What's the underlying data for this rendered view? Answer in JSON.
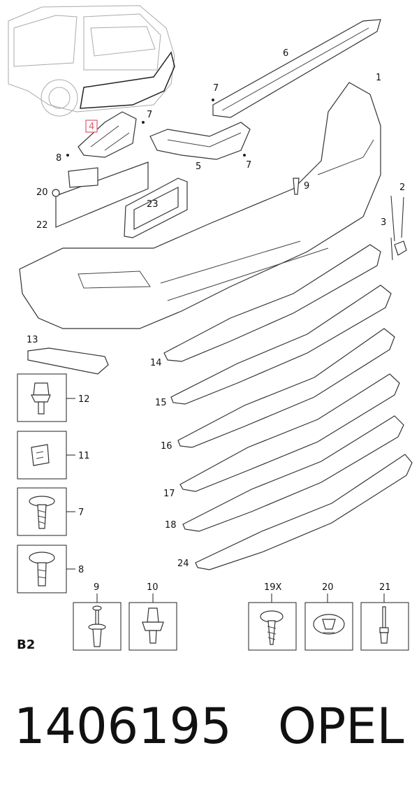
{
  "callouts": {
    "c1": "1",
    "c2": "2",
    "c3": "3",
    "c4": "4",
    "c5": "5",
    "c6": "6",
    "c7a": "7",
    "c7b": "7",
    "c7c": "7",
    "c8": "8",
    "c9": "9",
    "c13": "13",
    "c14": "14",
    "c15": "15",
    "c16": "16",
    "c17": "17",
    "c18": "18",
    "c20": "20",
    "c22": "22",
    "c23": "23",
    "c24": "24"
  },
  "boxes_left": [
    {
      "label": "12",
      "icon": "push-clip-icon"
    },
    {
      "label": "11",
      "icon": "clip-icon"
    },
    {
      "label": "7",
      "icon": "bolt-icon"
    },
    {
      "label": "8",
      "icon": "rivet-screw-icon"
    }
  ],
  "boxes_bottom": [
    {
      "label": "9",
      "icon": "push-rivet-icon"
    },
    {
      "label": "10",
      "icon": "expanding-clip-icon"
    },
    {
      "label": "19X",
      "icon": "tapping-screw-icon"
    },
    {
      "label": "20",
      "icon": "push-nut-icon"
    },
    {
      "label": "21",
      "icon": "blind-rivet-icon"
    }
  ],
  "section_code": "B2",
  "part_number": "1406195",
  "brand": "OPEL",
  "colors": {
    "highlight": "#e05a6a"
  }
}
